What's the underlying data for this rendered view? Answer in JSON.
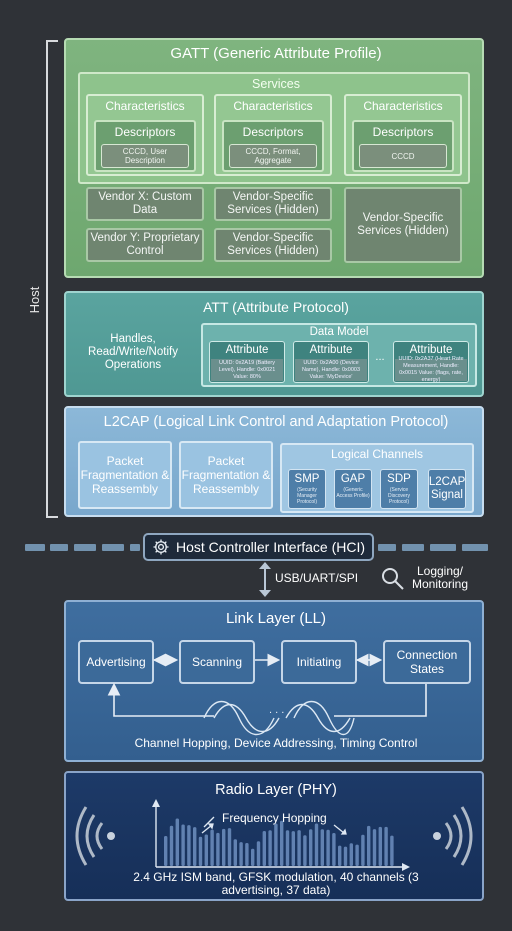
{
  "host_label": "Host",
  "gatt": {
    "title": "GATT (Generic Attribute Profile)",
    "services_title": "Services",
    "characteristics": [
      {
        "title": "Characteristics",
        "descriptors_title": "Descriptors",
        "descriptors_detail": "CCCD, User Description"
      },
      {
        "title": "Characteristics",
        "descriptors_title": "Descriptors",
        "descriptors_detail": "CCCD, Format, Aggregate"
      },
      {
        "title": "Characteristics",
        "descriptors_title": "Descriptors",
        "descriptors_detail": "CCCD"
      }
    ],
    "vendor_boxes": [
      "Vendor X: Custom Data",
      "Vendor-Specific Services (Hidden)",
      "Vendor-Specific Services (Hidden)",
      "Vendor Y: Proprietary Control",
      "Vendor-Specific Services (Hidden)"
    ]
  },
  "att": {
    "title": "ATT (Attribute Protocol)",
    "operations": "Handles, Read/Write/Notify Operations",
    "data_model_title": "Data Model",
    "attributes": [
      {
        "title": "Attribute",
        "detail": "UUID: 0x2A19 (Battery Level), Handle: 0x0021 Value: 80%"
      },
      {
        "title": "Attribute",
        "detail": "UUID: 0x2A00 (Device Name), Handle: 0x0003 Value: 'MyDevice'"
      },
      {
        "title": "Attribute",
        "detail": "UUID: 0x2A37 (Heart Rate Measurement, Handle: 0x0015 Value: (flags, rate, energy)"
      }
    ],
    "ellipsis": "..."
  },
  "l2cap": {
    "title": "L2CAP (Logical Link Control and Adaptation Protocol)",
    "fragmentation": [
      "Packet Fragmentation & Reassembly",
      "Packet Fragmentation & Reassembly"
    ],
    "logical_channels_title": "Logical Channels",
    "channels": [
      {
        "name": "SMP",
        "detail": "(Security Manager Protocol)"
      },
      {
        "name": "GAP",
        "detail": "(Generic Access Profile)"
      },
      {
        "name": "SDP",
        "detail": "(Service Discovery Protocol)"
      },
      {
        "name": "L2CAP Signal",
        "detail": ""
      }
    ]
  },
  "hci": {
    "title": "Host Controller Interface (HCI)",
    "transport": "USB/UART/SPI",
    "logging": "Logging/ Monitoring"
  },
  "link_layer": {
    "title": "Link Layer (LL)",
    "states": [
      "Advertising",
      "Scanning",
      "Initiating",
      "Connection States"
    ],
    "caption": "Channel Hopping, Device Addressing, Timing Control"
  },
  "radio": {
    "title": "Radio Layer (PHY)",
    "frequency_label": "Frequency Hopping",
    "caption": "2.4 GHz ISM band, GFSK modulation, 40 channels (3 advertising, 37 data)"
  },
  "colors": {
    "gatt": "#7fb47f",
    "att": "#5aa49f",
    "l2cap": "#8cb8d8",
    "link_layer": "#3f6e9f",
    "radio": "#1d3a68",
    "background": "#2f3237"
  }
}
